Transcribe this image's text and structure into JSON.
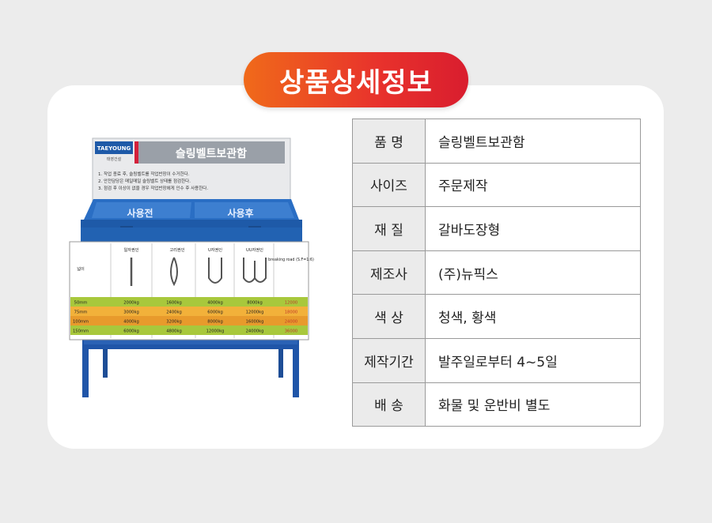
{
  "header": {
    "title": "상품상세정보"
  },
  "product_image": {
    "brand": "TAEYOUNG",
    "sub_brand": "태영건설",
    "sign_title": "슬링벨트보관함",
    "notices": [
      "1. 작업 종료 후, 슬링벨트를 작업반장이 수거한다.",
      "2. 안전담당은 매일매일 슬링벨트 상태를 점검한다.",
      "3. 점검 후 이상이 없을 경우 작업반장에게 인수 후 사용한다."
    ],
    "lid_left": "사용전",
    "lid_right": "사용후",
    "table_headers": [
      "넓이",
      "일자권인",
      "고리권인",
      "U자권인",
      "UU자권인",
      "breaking road (S.F=1:6)"
    ],
    "table_rows": [
      [
        "50mm",
        "2000kg",
        "1600kg",
        "4000kg",
        "8000kg",
        "12000"
      ],
      [
        "75mm",
        "3000kg",
        "2400kg",
        "6000kg",
        "12000kg",
        "18000"
      ],
      [
        "100mm",
        "4000kg",
        "3200kg",
        "8000kg",
        "16000kg",
        "24000"
      ],
      [
        "150mm",
        "6000kg",
        "4800kg",
        "12000kg",
        "24000kg",
        "36000"
      ]
    ],
    "row_colors": [
      "#a8c83c",
      "#f2b13a",
      "#e89a2c",
      "#a8c83c"
    ]
  },
  "spec_table": [
    {
      "key": "품    명",
      "value": "슬링벨트보관함"
    },
    {
      "key": "사이즈",
      "value": "주문제작"
    },
    {
      "key": "재    질",
      "value": "갈바도장형"
    },
    {
      "key": "제조사",
      "value": "(주)뉴픽스"
    },
    {
      "key": "색    상",
      "value": "청색, 황색"
    },
    {
      "key": "제작기간",
      "value": "발주일로부터 4~5일"
    },
    {
      "key": "배    송",
      "value": "화물 및 운반비 별도"
    }
  ]
}
